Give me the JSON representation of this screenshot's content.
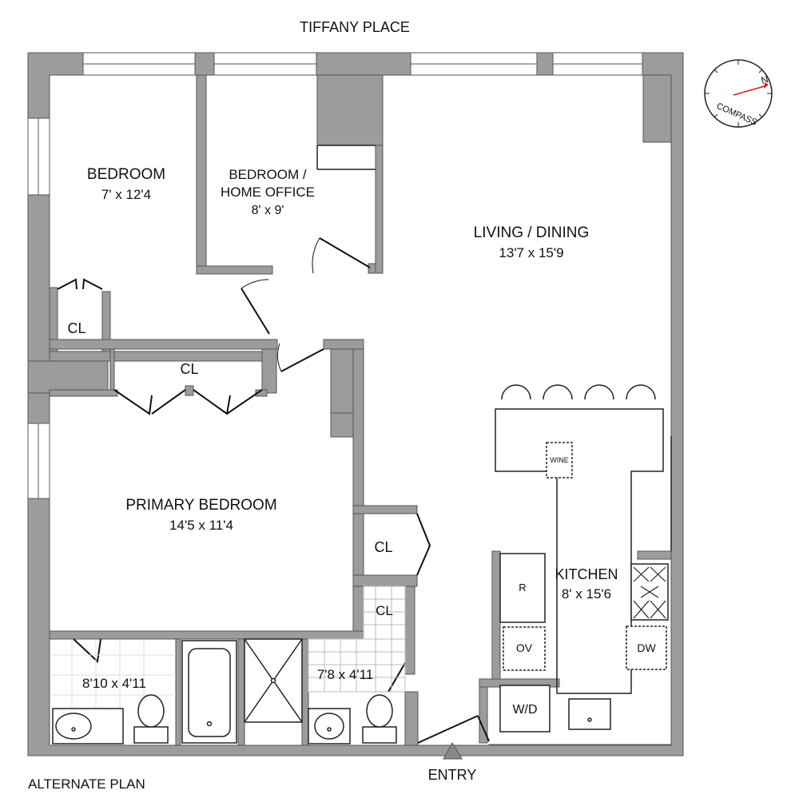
{
  "street": "TIFFANY PLACE",
  "plan_note": "ALTERNATE PLAN",
  "entry": "ENTRY",
  "compass": {
    "text": "COMPASS",
    "north": "N"
  },
  "rooms": {
    "bedroom": {
      "name": "BEDROOM",
      "size": "7' x 12'4"
    },
    "office": {
      "name_line1": "BEDROOM /",
      "name_line2": "HOME OFFICE",
      "size": "8' x 9'"
    },
    "living": {
      "name": "LIVING / DINING",
      "size": "13'7 x 15'9"
    },
    "primary": {
      "name": "PRIMARY BEDROOM",
      "size": "14'5 x 11'4"
    },
    "kitchen": {
      "name": "KITCHEN",
      "size": "8' x 15'6"
    },
    "bath1": {
      "size": "8'10 x 4'11"
    },
    "bath2": {
      "size": "7'8 x 4'11"
    }
  },
  "closets": {
    "cl1": "CL",
    "cl2": "CL",
    "cl3": "CL",
    "cl4": "CL"
  },
  "fixtures": {
    "wine": "WINE",
    "fridge": "R",
    "oven": "OV",
    "dishwasher": "DW",
    "washer_dryer": "W/D"
  },
  "colors": {
    "wall": "#9c9c9c",
    "line": "#222222",
    "compass_red": "#cc2222"
  }
}
